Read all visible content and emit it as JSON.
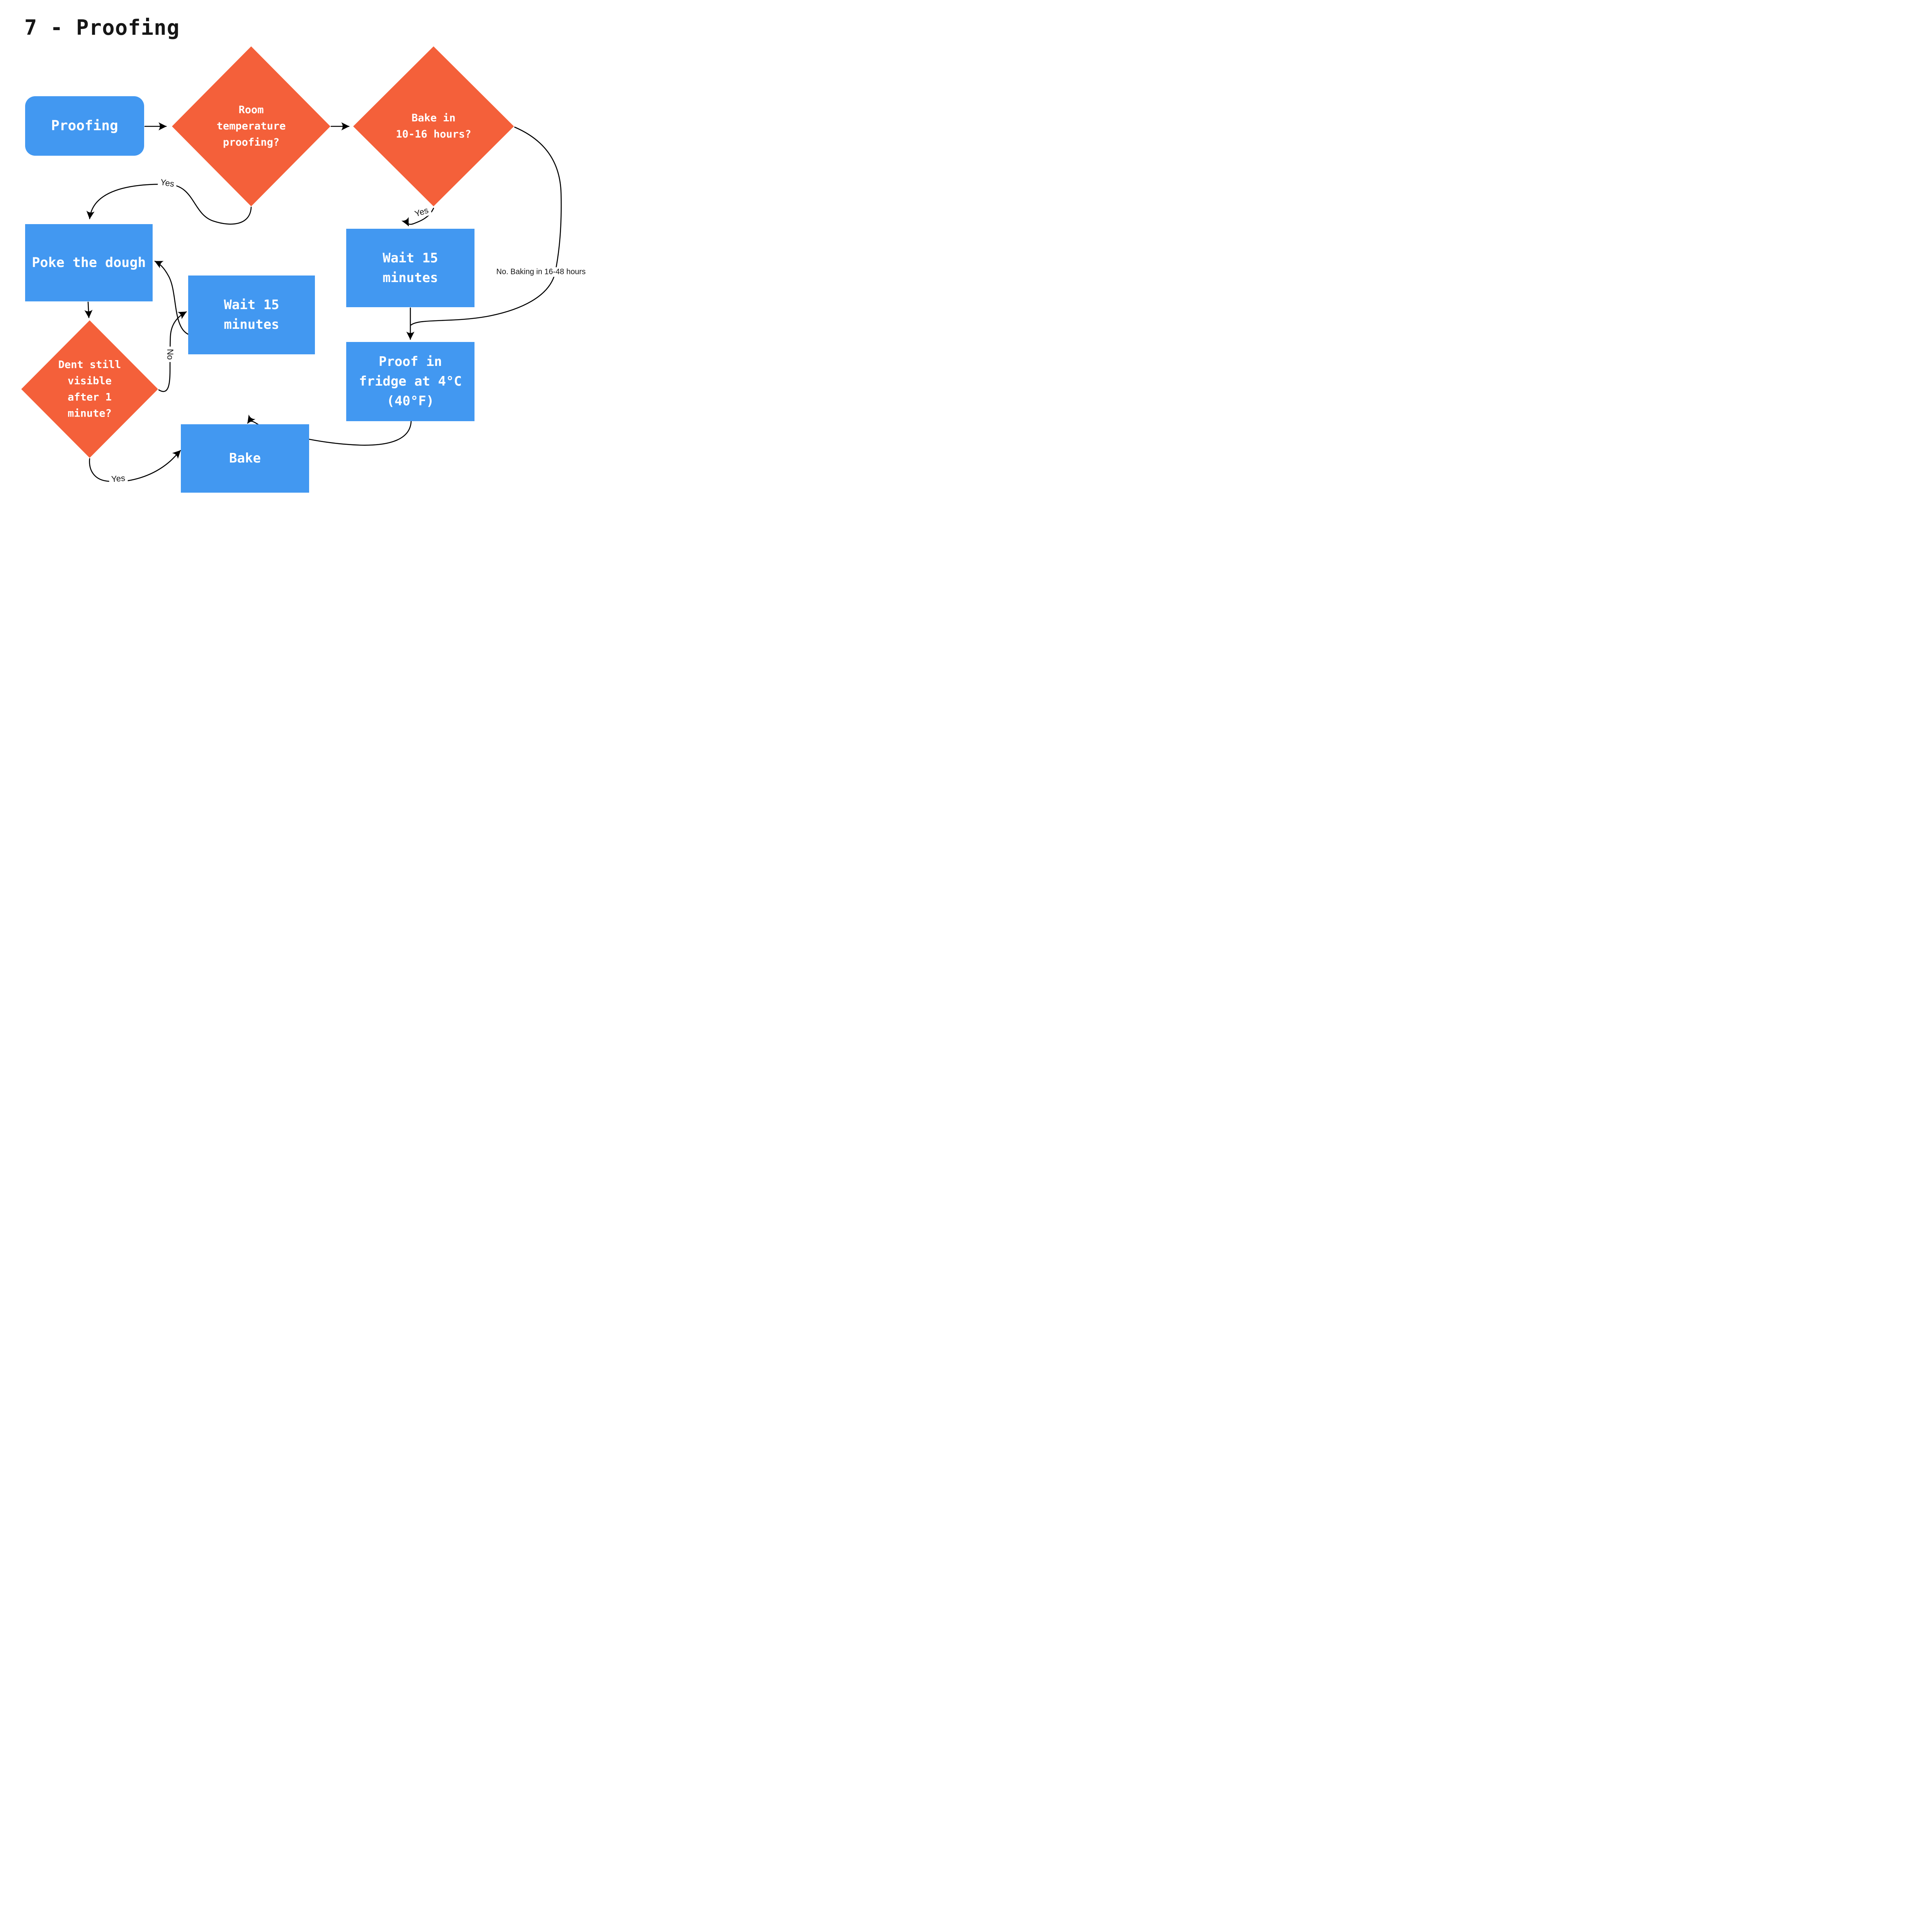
{
  "title": "7 - Proofing",
  "colors": {
    "process_blue": "#4298F1",
    "decision_orange": "#F4603A",
    "node_text": "#FFFFFF",
    "edge_line": "#000000",
    "label_text": "#161616",
    "background": "#FFFFFF"
  },
  "nodes": {
    "proofing": {
      "label": "Proofing",
      "type": "start"
    },
    "room_temp": {
      "label": "Room\ntemperature\nproofing?",
      "type": "decision"
    },
    "bake_window": {
      "label": "Bake in\n10-16 hours?",
      "type": "decision"
    },
    "poke": {
      "label": "Poke the dough",
      "type": "process"
    },
    "wait_mid": {
      "label": "Wait 15\nminutes",
      "type": "process"
    },
    "wait_right": {
      "label": "Wait 15\nminutes",
      "type": "process"
    },
    "dent": {
      "label": "Dent still\nvisible\nafter 1\nminute?",
      "type": "decision"
    },
    "proof_fridge": {
      "label": "Proof in\nfridge at 4°C\n(40°F)",
      "type": "process"
    },
    "bake": {
      "label": "Bake",
      "type": "process"
    }
  },
  "edges": {
    "proofing_to_room_temp": {
      "from": "proofing",
      "to": "room_temp",
      "label": ""
    },
    "room_temp_to_bake_window": {
      "from": "room_temp",
      "to": "bake_window",
      "label": ""
    },
    "room_temp_yes": {
      "from": "room_temp",
      "to": "poke",
      "label": "Yes"
    },
    "bake_window_yes": {
      "from": "bake_window",
      "to": "wait_right",
      "label": "Yes"
    },
    "bake_window_no": {
      "from": "bake_window",
      "to": "proof_fridge",
      "label": "No. Baking in 16-48 hours"
    },
    "wait_right_to_proof": {
      "from": "wait_right",
      "to": "proof_fridge",
      "label": ""
    },
    "poke_to_dent": {
      "from": "poke",
      "to": "dent",
      "label": ""
    },
    "dent_no": {
      "from": "dent",
      "to": "wait_mid",
      "label": "No"
    },
    "wait_mid_to_poke": {
      "from": "wait_mid",
      "to": "poke",
      "label": ""
    },
    "dent_yes": {
      "from": "dent",
      "to": "bake",
      "label": "Yes"
    },
    "proof_to_bake": {
      "from": "proof_fridge",
      "to": "bake",
      "label": ""
    }
  }
}
